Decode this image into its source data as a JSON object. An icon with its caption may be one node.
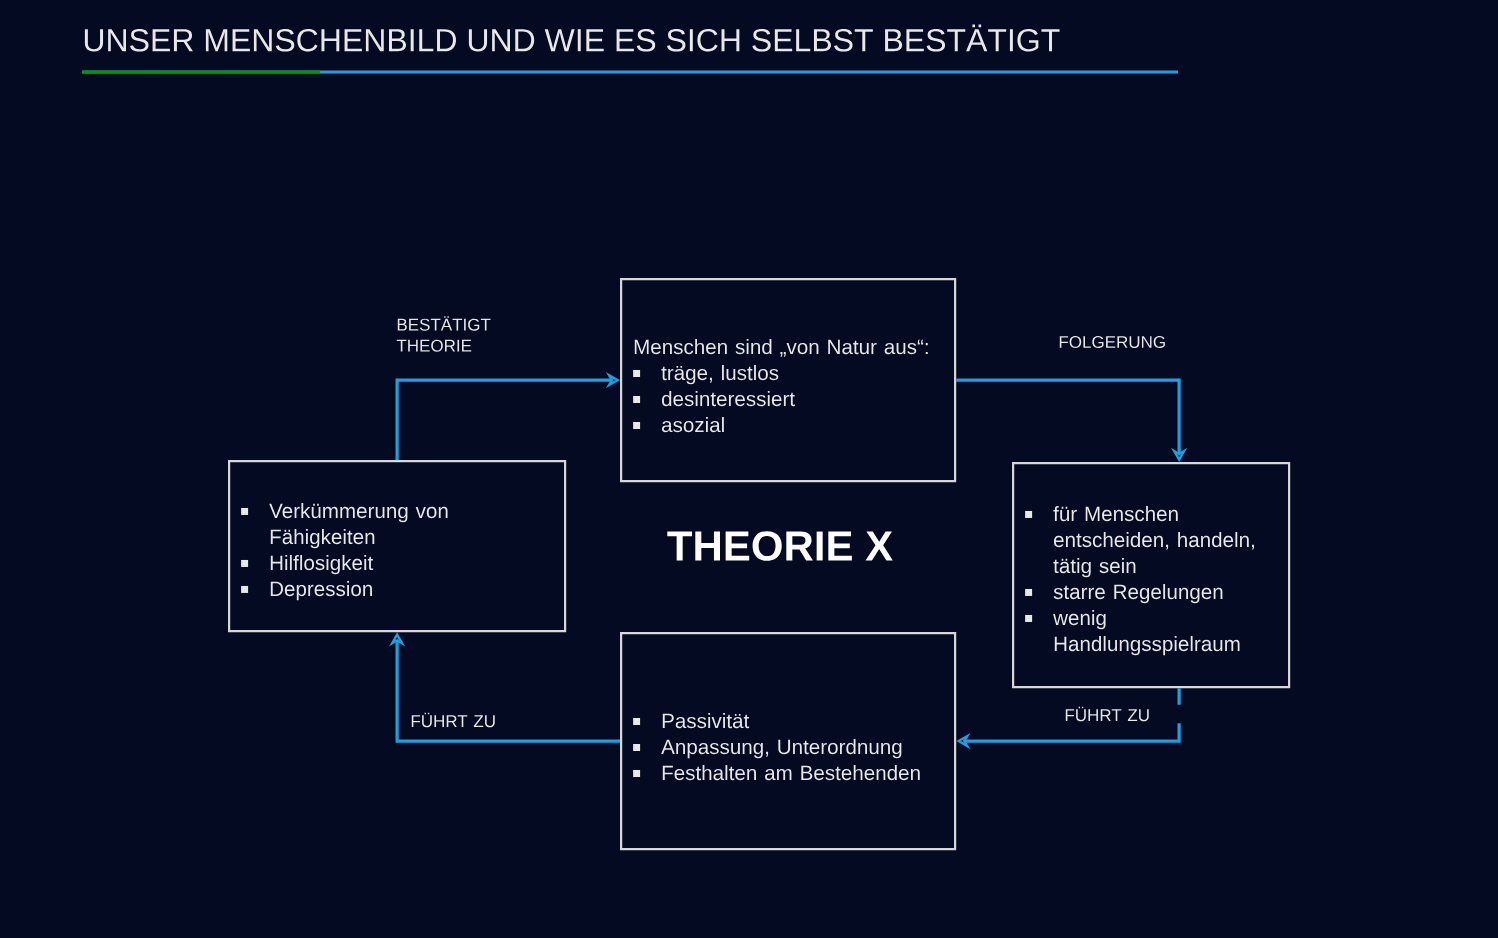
{
  "diagram": {
    "title": "UNSER MENSCHENBILD UND WIE ES SICH SELBST BESTÄTIGT",
    "nodes": [
      {
        "text": [
          "Menschen sind „von Natur aus“:",
          "träge, lustlos",
          "desinteressiert",
          "asozial"
        ]
      },
      {
        "text": [
          "für Menschen entscheiden, handeln, tätig sein",
          "starre Regelungen",
          "wenig Handlungsspielraum"
        ]
      },
      {
        "text": [
          "Passivität",
          "Anpassung, Unterordnung",
          "Festhalten am Bestehenden"
        ]
      },
      {
        "text": [
          "Verkümmerung von Fähigkeiten",
          "Hilflosigkeit",
          "Depression"
        ]
      }
    ],
    "edges": [
      {
        "from": 3,
        "to": 0,
        "arrow": "to",
        "label": "BESTÄTIGT THEORIE"
      },
      {
        "from": 0,
        "to": 1,
        "arrow": "to",
        "label": "FOLGERUNG"
      },
      {
        "from": 1,
        "to": 2,
        "arrow": "to",
        "label": "FÜHRT ZU"
      },
      {
        "from": 2,
        "to": 3,
        "arrow": "to",
        "label": "FÜHRT ZU"
      }
    ],
    "labels": [
      "THEORIE X"
    ]
  }
}
